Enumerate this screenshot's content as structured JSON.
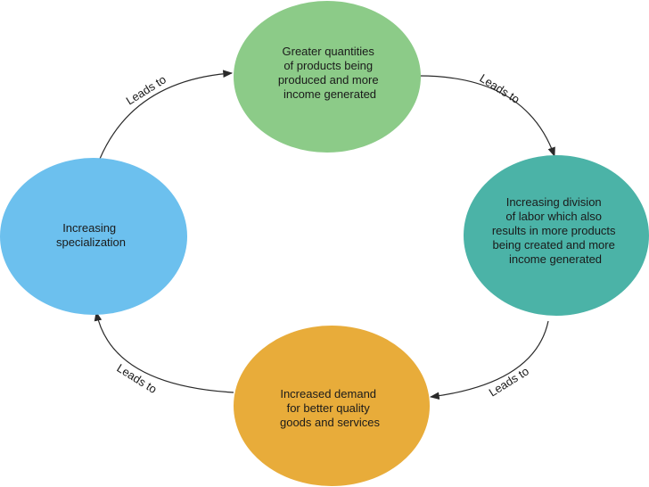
{
  "nodes": [
    {
      "id": "top",
      "color": "#8ccb88",
      "lines": [
        "Greater quantities",
        "of products being",
        "produced and more",
        "income generated"
      ]
    },
    {
      "id": "right",
      "color": "#4bb3a7",
      "lines": [
        "Increasing division",
        "of labor which also",
        "results in more products",
        "being created and more",
        "income generated"
      ]
    },
    {
      "id": "bottom",
      "color": "#e8ac3a",
      "lines": [
        "Increased demand",
        "for better quality",
        "goods and services"
      ]
    },
    {
      "id": "left",
      "color": "#6cc0ee",
      "lines": [
        "Increasing",
        "specialization"
      ]
    }
  ],
  "edges": [
    {
      "id": "top-to-right",
      "label": "Leads to"
    },
    {
      "id": "right-to-bottom",
      "label": "Leads to"
    },
    {
      "id": "bottom-to-left",
      "label": "Leads to"
    },
    {
      "id": "left-to-top",
      "label": "Leads to"
    }
  ]
}
